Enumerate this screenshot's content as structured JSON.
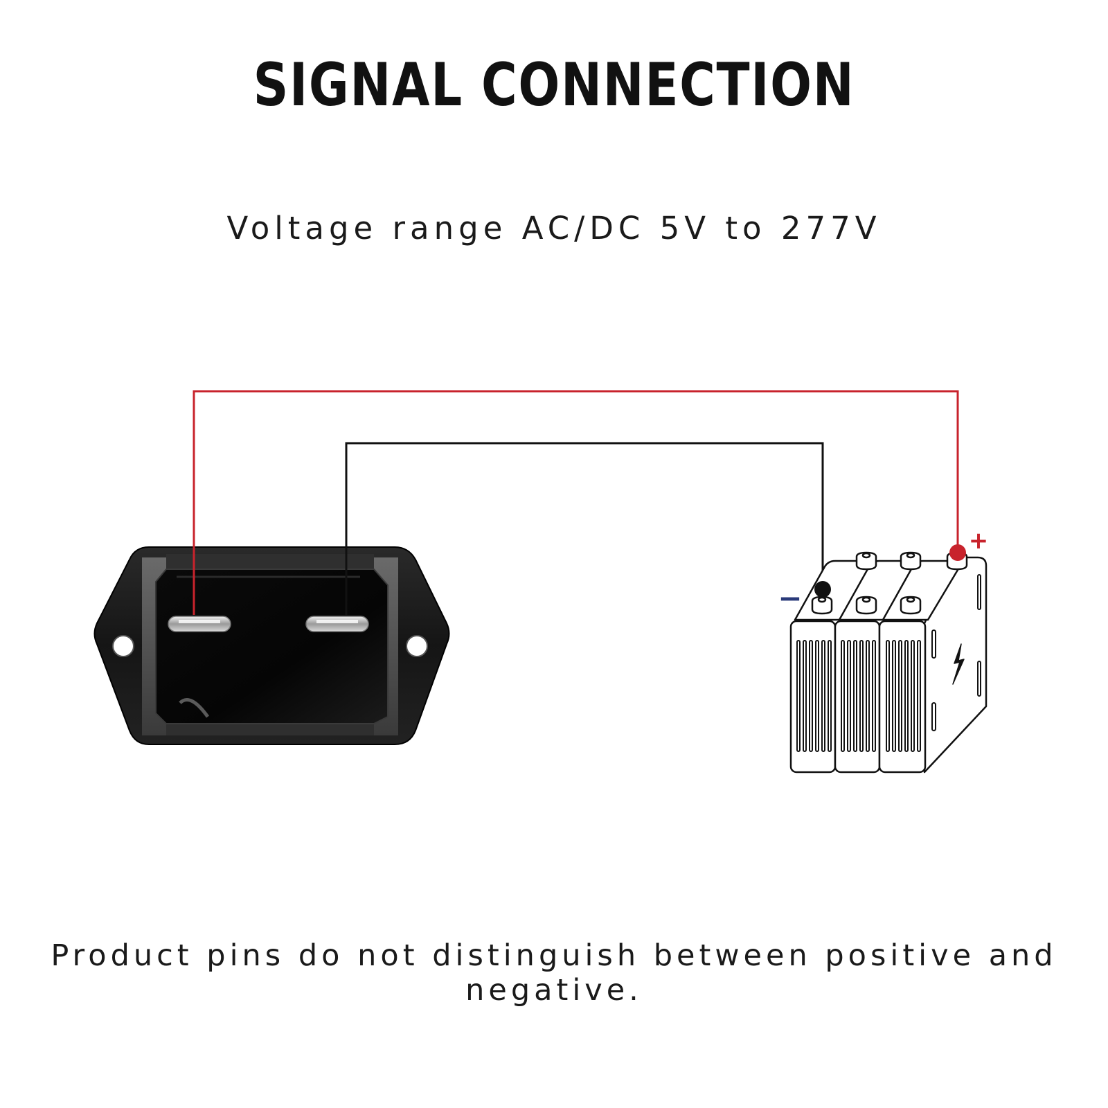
{
  "title": "SIGNAL  CONNECTION",
  "subtitle": "Voltage range AC/DC 5V to 277V",
  "note": "Product pins do not distinguish between positive and negative.",
  "battery": {
    "positive_symbol": "+",
    "negative_symbol": "−"
  },
  "colors": {
    "positive_wire": "#c8232c",
    "negative_wire": "#111111",
    "negative_symbol": "#2a3a7a"
  }
}
